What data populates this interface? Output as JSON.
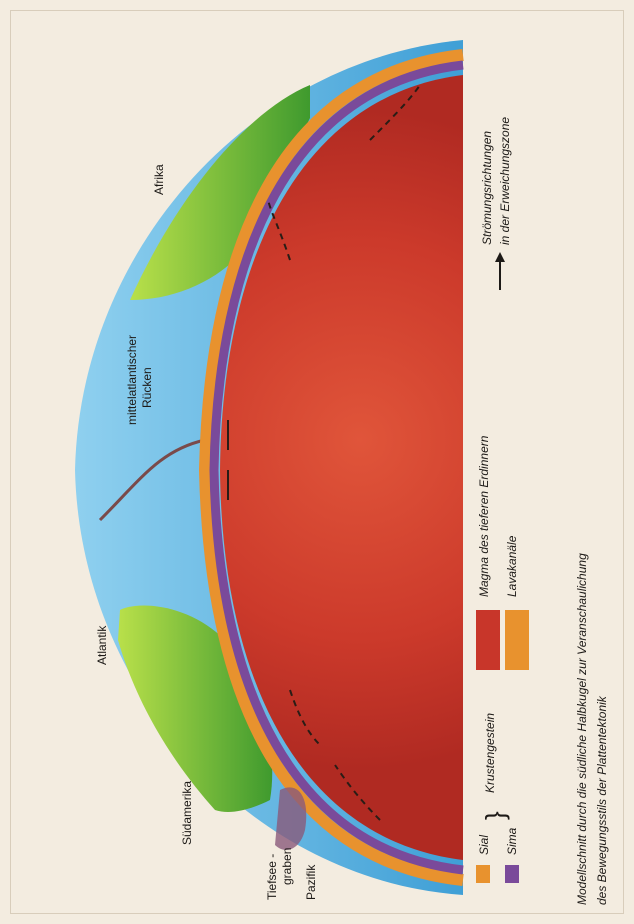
{
  "labels": {
    "atlantik": "Atlantik",
    "afrika": "Afrika",
    "ridge_line1": "mittelatlantischer",
    "ridge_line2": "Rücken",
    "suedamerika": "Südamerika",
    "tiefsee_line1": "Tiefsee -",
    "tiefsee_line2": "graben",
    "pazifik": "Pazifik"
  },
  "legend": {
    "sial": "Sial",
    "sima": "Sima",
    "krustengestein": "Krustengestein",
    "magma": "Magma des tieferen Erdinnern",
    "lavakanaele": "Lavakanäle",
    "stroemung_line1": "Strömungsrichtungen",
    "stroemung_line2": "in der Erweichungszone"
  },
  "caption": {
    "line1": "Modellschnitt durch die südliche Halbkugel zur Veranschaulichung",
    "line2": "des Bewegungsstils der Plattentektonik"
  },
  "colors": {
    "sial": "#e8922e",
    "sima": "#7a4a9a",
    "magma": "#c8362a",
    "ocean": "#5ab4e0",
    "land": "#7ac13a"
  }
}
